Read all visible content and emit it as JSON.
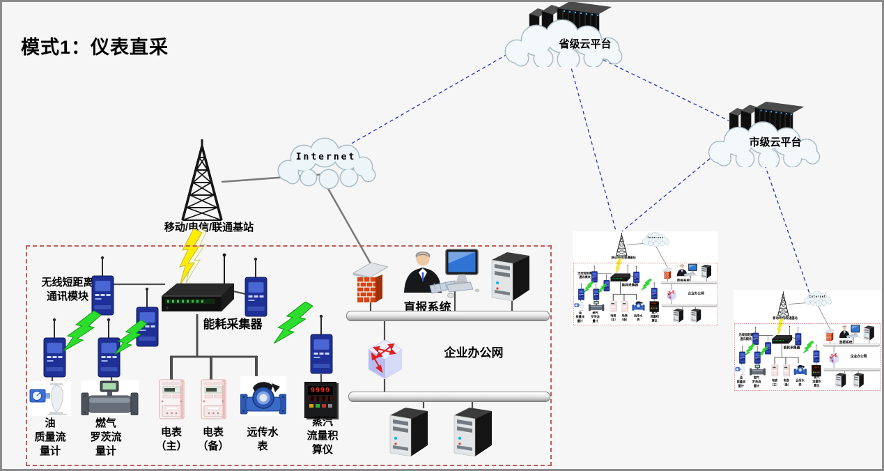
{
  "title": "模式1：仪表直采",
  "clouds": {
    "provincial": {
      "label": "省级云平台"
    },
    "municipal": {
      "label": "市级云平台"
    }
  },
  "diagram": {
    "internet_label": "Internet",
    "base_station_label": "移动/电信/联通基站",
    "wireless_module_label": "无线短距离\n通讯模块",
    "collector_label": "能耗采集器",
    "reporting_label": "直报系统",
    "office_label": "企业办公网",
    "steam_display": "9999",
    "meters": [
      {
        "label": "油\n质量流\n量计"
      },
      {
        "label": "燃气\n罗茨流\n量计"
      },
      {
        "label": "电表\n（主）"
      },
      {
        "label": "电表\n（备）"
      },
      {
        "label": "远传水\n表"
      },
      {
        "label": "蒸汽\n流量积\n算仪"
      }
    ]
  },
  "icons": [
    "cloud-shape",
    "server-rack-icon",
    "signal-tower-icon",
    "lightning-bolt-icon",
    "wireless-module-icon",
    "energy-collector-icon",
    "firewall-icon",
    "operator-icon",
    "monitor-icon",
    "tower-server-icon",
    "switch-icon",
    "oil-flowmeter-icon",
    "gas-flowmeter-icon",
    "electric-meter-icon",
    "water-meter-icon",
    "steam-totalizer-icon"
  ],
  "colors": {
    "background": "#f6f6f6",
    "border": "#8c8c8c",
    "dashed_box": "#c25b5b",
    "link_blue": "#2233bb",
    "wire_gray": "#4d4d4d",
    "bolt_yellow": "#ffec00",
    "bolt_green": "#2ddd2d",
    "module_blue": "#1e2f96",
    "led_red": "#ff2d18"
  }
}
